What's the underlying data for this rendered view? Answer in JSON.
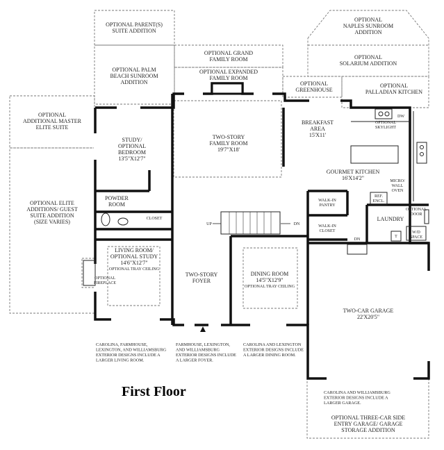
{
  "title": "First Floor",
  "rooms": {
    "parents_suite": [
      "OPTIONAL PARENT(S)",
      "SUITE ADDITION"
    ],
    "naples_sunroom": [
      "OPTIONAL",
      "NAPLES SUNROOM",
      "ADDITION"
    ],
    "grand_family": [
      "OPTIONAL GRAND",
      "FAMILY ROOM"
    ],
    "palm_beach": [
      "OPTIONAL PALM",
      "BEACH SUNROOM",
      "ADDITION"
    ],
    "expanded_family": [
      "OPTIONAL EXPANDED",
      "FAMILY ROOM"
    ],
    "solarium": [
      "OPTIONAL",
      "SOLARIUM ADDITION"
    ],
    "greenhouse": [
      "OPTIONAL",
      "GREENHOUSE"
    ],
    "palladian": [
      "OPTIONAL",
      "PALLADIAN KITCHEN"
    ],
    "master_suite": [
      "OPTIONAL",
      "ADDITIONAL MASTER",
      "ELITE SUITE"
    ],
    "study": [
      "STUDY/",
      "OPTIONAL",
      "BEDROOM",
      "13'5\"X12'7\""
    ],
    "family_room": [
      "TWO-STORY",
      "FAMILY ROOM",
      "19'7\"X18'"
    ],
    "breakfast": [
      "BREAKFAST",
      "AREA",
      "15'X11'"
    ],
    "skylight": [
      "OPTIONAL",
      "SKYLIGHT"
    ],
    "dw": "DW",
    "kitchen": [
      "GOURMET KITCHEN",
      "16'X14'2\""
    ],
    "micro_oven": [
      "MICRO/",
      "WALL",
      "OVEN"
    ],
    "ref": [
      "REF.",
      "ENCL."
    ],
    "powder": [
      "POWDER",
      "ROOM"
    ],
    "closet": "CLOSET",
    "walkin_pantry": [
      "WALK-IN",
      "PANTRY"
    ],
    "walkin_closet": [
      "WALK-IN",
      "CLOSET"
    ],
    "laundry": "LAUNDRY",
    "optional_door": [
      "OPTIONAL",
      "DOOR"
    ],
    "wd_space": [
      "W/D",
      "SPACE"
    ],
    "t_mark": "T",
    "up": "UP",
    "dn": "DN",
    "dn2": "DN",
    "elite_additions": [
      "OPTIONAL ELITE",
      "ADDITIONS/ GUEST",
      "SUITE ADDITION",
      "(SIZE VARIES)"
    ],
    "living": [
      "LIVING ROOM/",
      "OPTIONAL STUDY",
      "14'6\"X12'7\"",
      "OPTIONAL TRAY CEILING"
    ],
    "fireplace": [
      "OPTIONAL",
      "FIREPLACE"
    ],
    "foyer": [
      "TWO-STORY",
      "FOYER"
    ],
    "dining": [
      "DINING ROOM",
      "14'5\"X12'9\"",
      "OPTIONAL TRAY CEILING"
    ],
    "garage": [
      "TWO-CAR GARAGE",
      "22'X20'5\""
    ],
    "three_car": [
      "OPTIONAL THREE-CAR SIDE",
      "ENTRY GARAGE/ GARAGE",
      "STORAGE ADDITION"
    ]
  },
  "notes": {
    "living_note": [
      "CAROLINA, FARMHOUSE,",
      "LEXINGTON, AND WILLIAMSBURG",
      "EXTERIOR DESIGNS INCLUDE A",
      "LARGER LIVING ROOM."
    ],
    "foyer_note": [
      "FARMHOUSE, LEXINGTON,",
      "AND WILLIAMSBURG",
      "EXTERIOR DESIGNS INCLUDE",
      "A LARGER FOYER."
    ],
    "dining_note": [
      "CAROLINA AND LEXINGTON",
      "EXTERIOR DESIGNS INCLUDE",
      "A LARGER DINING ROOM."
    ],
    "garage_note": [
      "CAROLINA AND WILLIAMSBURG",
      "EXTERIOR DESIGNS INCLUDE A",
      "LARGER GARAGE."
    ]
  }
}
